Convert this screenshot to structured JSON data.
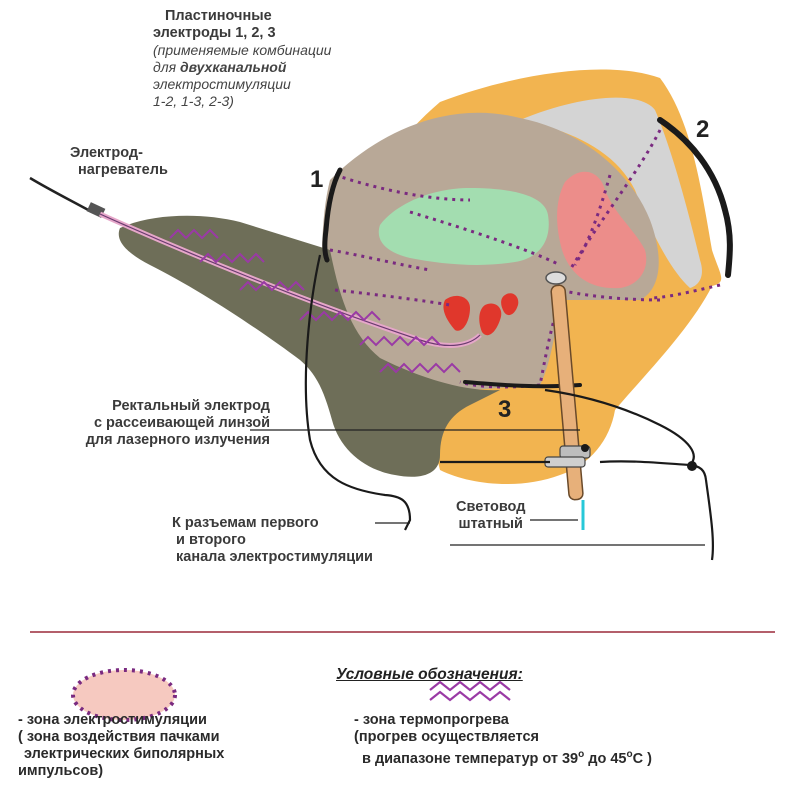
{
  "labels": {
    "plate_title": [
      "Пластиночные",
      "электроды 1, 2, 3"
    ],
    "plate_note_prefix": "(применяемые комбинации",
    "plate_note_for": "для ",
    "plate_note_bold": "двухканальной",
    "plate_note_line3": "электростимуляции",
    "plate_note_line4": "1-2,   1-3,   2-3)",
    "heater": [
      "Электрод-",
      "нагреватель"
    ],
    "rectal": [
      "Ректальный электрод",
      "с рассеивающей линзой",
      "для лазерного излучения"
    ],
    "lightguide": [
      "Световод",
      "штатный"
    ],
    "connectors": [
      "К разъемам первого",
      "и второго",
      "канала электростимуляции"
    ]
  },
  "electrodes": {
    "e1": "1",
    "e2": "2",
    "e3": "3"
  },
  "legend": {
    "title": "Условные обозначения:",
    "stim": [
      "- зона электростимуляции",
      "( зона воздействия пачками",
      " электрических биполярных",
      "импульсов)"
    ],
    "thermo_line1": "- зона термопрогрева",
    "thermo_line2": "(прогрев осуществляется",
    "thermo_line3_prefix": "в диапазоне температур от 39",
    "thermo_deg1": "o",
    "thermo_mid": "до 45",
    "thermo_deg2": "o",
    "thermo_suffix": "C )"
  },
  "colors": {
    "skin": "#f2b450",
    "tissue": "#b9a999",
    "dark_tissue": "#6e6e55",
    "prostate_green": "#9fdcae",
    "rectum_pink": "#ef8a86",
    "gray_region": "#cfcfcf",
    "stim_zone_dots": "#7a2a80",
    "stim_zone_fill": "#f5c9c0",
    "thermo_zigzag": "#9a3aa5",
    "focus_red": "#e03a2e",
    "divider": "#9c2a3a",
    "fiber": "#27c8d8"
  },
  "icons": [
    "electrode-plate-icon",
    "heater-electrode-icon",
    "rectal-electrode-icon",
    "light-guide-icon",
    "cable-icon",
    "stim-zone-legend-icon",
    "zigzag-legend-icon"
  ]
}
